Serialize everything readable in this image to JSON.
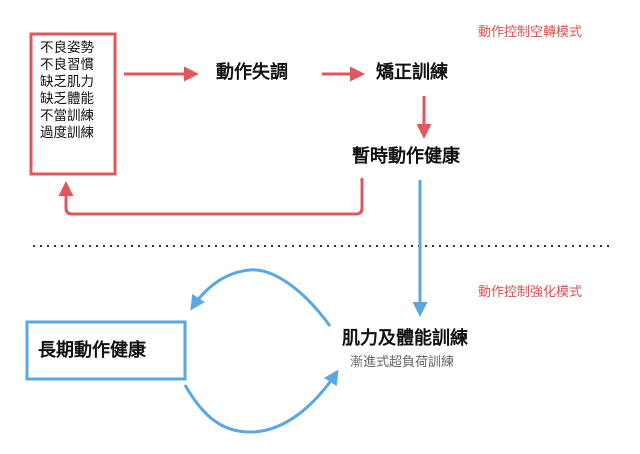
{
  "mode_labels": {
    "top": "動作控制空轉模式",
    "bottom": "動作控制強化模式"
  },
  "causes": [
    "不良姿勢",
    "不良習慣",
    "缺乏肌力",
    "缺乏體能",
    "不當訓練",
    "過度訓練"
  ],
  "nodes": {
    "dysfunction": "動作失調",
    "corrective": "矯正訓練",
    "temporary": "暫時動作健康",
    "strength": "肌力及體能訓練",
    "strength_sub": "漸進式超負荷訓練",
    "longterm": "長期動作健康"
  },
  "colors": {
    "red": "#e0575e",
    "blue": "#5aa7e6"
  }
}
